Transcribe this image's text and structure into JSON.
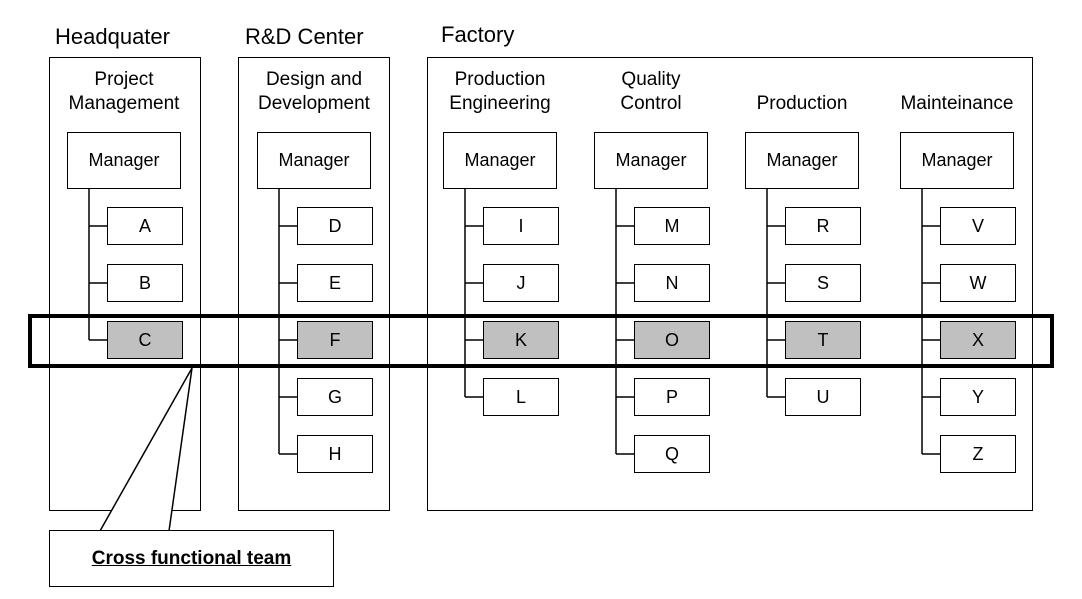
{
  "org": {
    "headquarter": {
      "title": "Headquater",
      "dept": {
        "name": "Project\nManagement",
        "manager": "Manager",
        "members": [
          "A",
          "B",
          "C"
        ],
        "highlight": "C"
      }
    },
    "rd_center": {
      "title": "R&D Center",
      "dept": {
        "name": "Design and\nDevelopment",
        "manager": "Manager",
        "members": [
          "D",
          "E",
          "F",
          "G",
          "H"
        ],
        "highlight": "F"
      }
    },
    "factory": {
      "title": "Factory",
      "depts": [
        {
          "name": "Production\nEngineering",
          "manager": "Manager",
          "members": [
            "I",
            "J",
            "K",
            "L"
          ],
          "highlight": "K"
        },
        {
          "name": "Quality\nControl",
          "manager": "Manager",
          "members": [
            "M",
            "N",
            "O",
            "P",
            "Q"
          ],
          "highlight": "O"
        },
        {
          "name": "Production",
          "manager": "Manager",
          "members": [
            "R",
            "S",
            "T",
            "U"
          ],
          "highlight": "T"
        },
        {
          "name": "Mainteinance",
          "manager": "Manager",
          "members": [
            "V",
            "W",
            "X",
            "Y",
            "Z"
          ],
          "highlight": "X"
        }
      ]
    }
  },
  "callout": {
    "label": "Cross functional team"
  },
  "colors": {
    "highlight_fill": "#c0c0c0",
    "line": "#000000",
    "background": "#ffffff"
  }
}
